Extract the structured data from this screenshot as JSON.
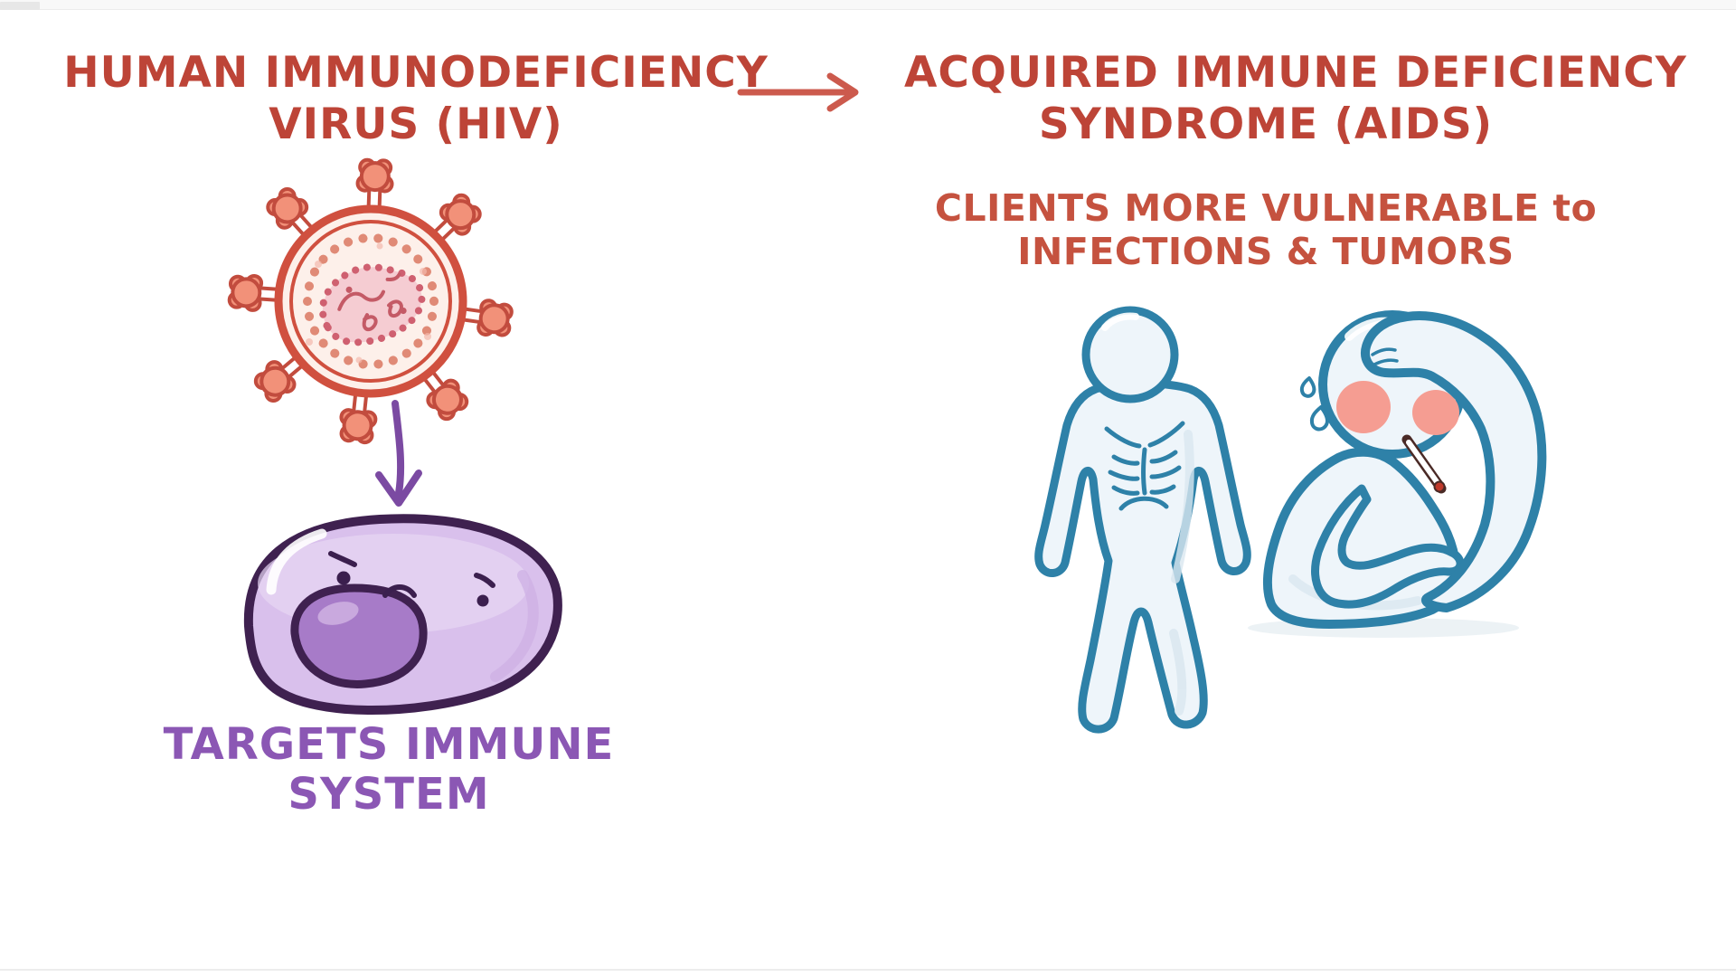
{
  "illustration": {
    "hiv": {
      "title_line1": "HUMAN IMMUNODEFICIENCY",
      "title_line2": "VIRUS (HIV)",
      "caption_line1": "TARGETS IMMUNE",
      "caption_line2": "SYSTEM"
    },
    "aids": {
      "title_line1": "ACQUIRED IMMUNE DEFICIENCY",
      "title_line2": "SYNDROME (AIDS)",
      "subtitle_line1": "CLIENTS MORE VULNERABLE to",
      "subtitle_line2": "INFECTIONS & TUMORS"
    },
    "figures": {
      "virus_icon": "hiv-virion",
      "right_arrow_icon": "arrow-right",
      "down_arrow_icon": "arrow-down",
      "cell_icon": "immune-cell-face",
      "person_left_icon": "emaciated-person",
      "person_right_icon": "feverish-person-thermometer"
    }
  },
  "colors": {
    "background": "#ffffff",
    "title_red": "#bd4437",
    "subtitle_red": "#c5523f",
    "arrow_red": "#cc5a4d",
    "caption_purple": "#8b57b4",
    "arrow_purple": "#7b4aa2",
    "virus_red": "#d0503f",
    "virus_inner": "#fdf0ea",
    "spike_fill": "#f29179",
    "spike_outline": "#c24c3e",
    "bead_ring": "#e08a76",
    "capsid_fill": "#f5ccd2",
    "capsid_bead": "#cf6070",
    "cell_fill": "#d9c0ec",
    "cell_outline": "#3f2150",
    "nucleus_fill": "#a77bc8",
    "figure_outline": "#2e81a8",
    "figure_fill": "#eef5fa",
    "cheek_pink": "#f59d92",
    "thermometer_tip": "#c0392b"
  }
}
